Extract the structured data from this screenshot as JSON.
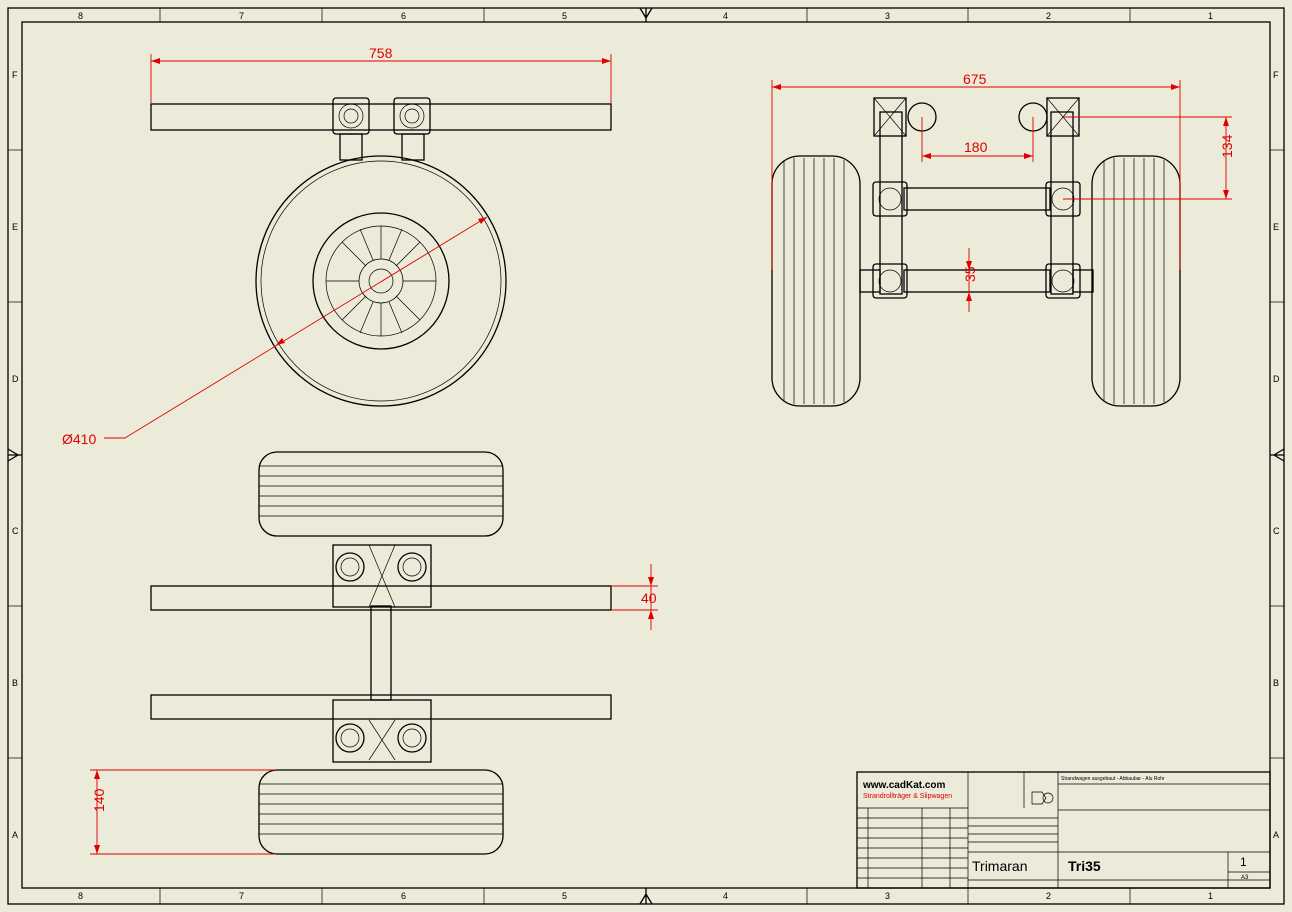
{
  "sheet": {
    "zones_columns": [
      "8",
      "7",
      "6",
      "5",
      "4",
      "3",
      "2",
      "1"
    ],
    "zones_rows": [
      "F",
      "E",
      "D",
      "C",
      "B",
      "A"
    ]
  },
  "dimensions": {
    "top_width": "758",
    "wheel_diameter": "Ø410",
    "tube_height_front": "40",
    "wheel_width": "140",
    "axle_width": "675",
    "tube_spacing": "180",
    "tube_offset": "134",
    "tube_diameter": "35"
  },
  "title_block": {
    "website": "www.cadKat.com",
    "tagline": "Strandrollträger & Slipwagen",
    "description": "Strandwagen ausgebaut - Abbaubar - Alu Rohr",
    "part_name": "Trimaran",
    "drawing_number": "Tri35",
    "sheet_number": "1",
    "sheet_size": "A3"
  }
}
